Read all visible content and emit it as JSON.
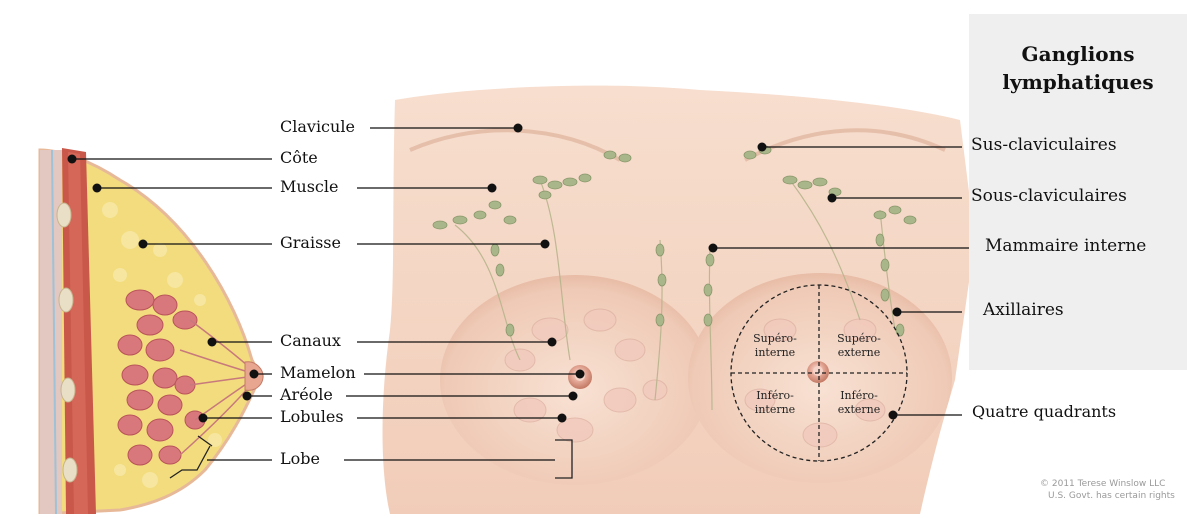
{
  "left_labels": {
    "clavicule": "Clavicule",
    "cote": "Côte",
    "muscle": "Muscle",
    "graisse": "Graisse",
    "canaux": "Canaux",
    "mamelon": "Mamelon",
    "areole": "Aréole",
    "lobules": "Lobules",
    "lobe": "Lobe"
  },
  "lymph_panel": {
    "title_line1": "Ganglions",
    "title_line2": "lymphatiques",
    "sus_claviculaires": "Sus-claviculaires",
    "sous_claviculaires": "Sous-claviculaires",
    "mammaire_interne": "Mammaire interne",
    "axillaires": "Axillaires"
  },
  "quadrants": {
    "label": "Quatre quadrants",
    "supero_interne": [
      "Supéro-",
      "interne"
    ],
    "supero_externe": [
      "Supéro-",
      "externe"
    ],
    "infero_interne": [
      "Inféro-",
      "interne"
    ],
    "infero_externe": [
      "Inféro-",
      "externe"
    ]
  },
  "credit": {
    "line1": "© 2011 Terese Winslow LLC",
    "line2": "U.S. Govt. has certain rights"
  },
  "colors": {
    "skin": "#f3d6c6",
    "skin_shadow": "#e4b8a3",
    "fat": "#f2dc7e",
    "muscle": "#c9584a",
    "lobule": "#d9787c",
    "lymph_node": "#a9b68a",
    "panel": "#efefef"
  }
}
